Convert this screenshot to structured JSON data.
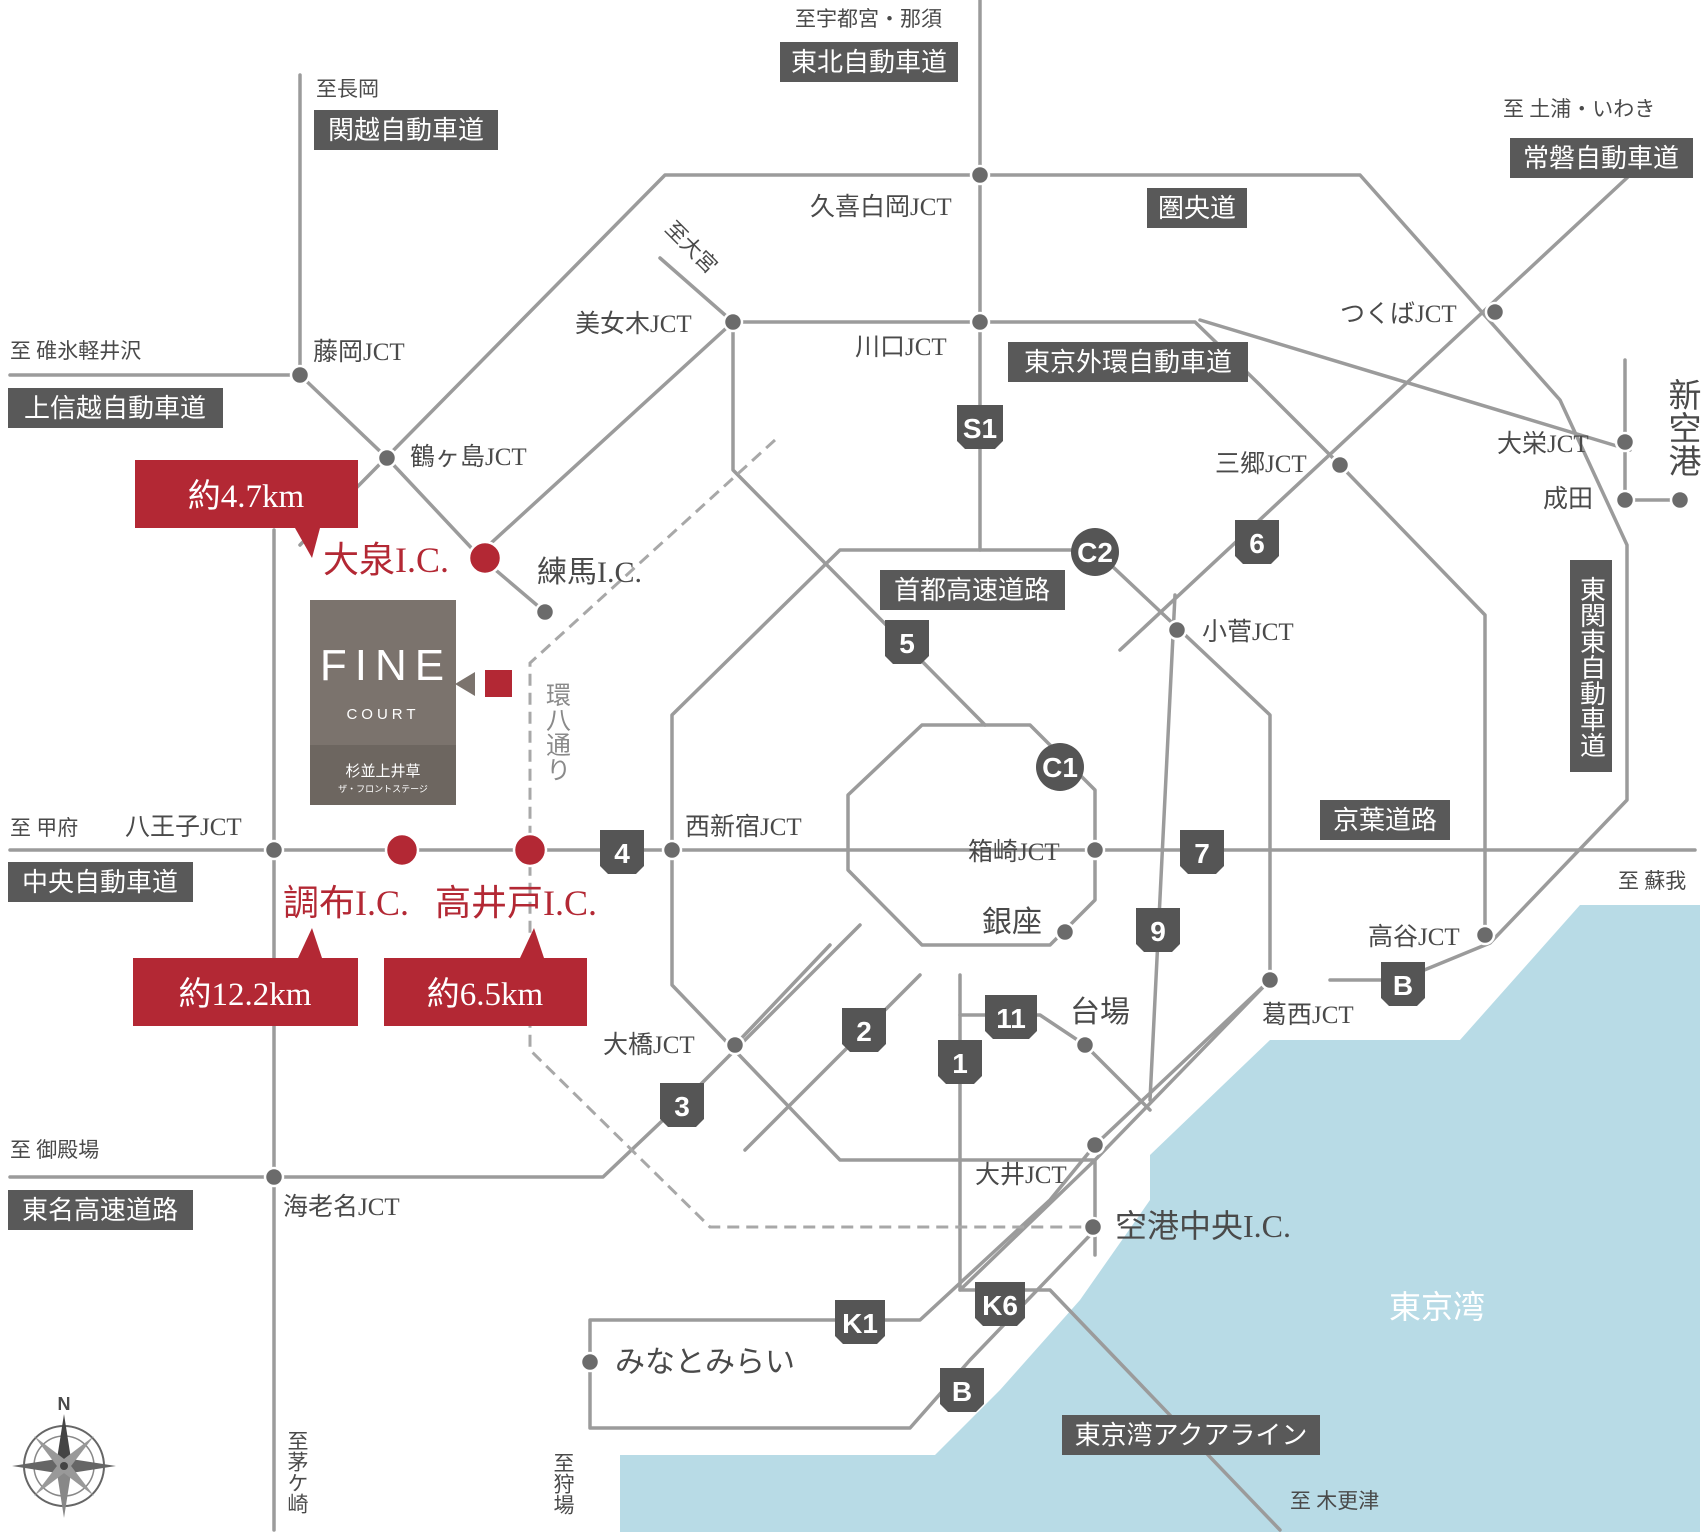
{
  "destinations": {
    "utsunomiya": "至宇都宮・那須",
    "nagaoka": "至長岡",
    "tsuchiura": "至 土浦・いわき",
    "karuizawa": "至 碓氷軽井沢",
    "omiya": "至大宮",
    "kofu": "至 甲府",
    "soga": "至 蘇我",
    "gotemba": "至 御殿場",
    "chigasaki": "至茅ケ崎",
    "kariba": "至狩場",
    "kisarazu": "至 木更津"
  },
  "expressways": {
    "tohoku": "東北自動車道",
    "kanetsu": "関越自動車道",
    "joban": "常磐自動車道",
    "kenodo": "圏央道",
    "gaikan": "東京外環自動車道",
    "joshinetsu": "上信越自動車道",
    "shuto": "首都高速道路",
    "higashikanto": "東関東自動車道",
    "keiyo": "京葉道路",
    "chuo": "中央自動車道",
    "tomei": "東名高速道路",
    "aqualine": "東京湾アクアライン"
  },
  "junctions": {
    "kuki": "久喜白岡JCT",
    "bijogi": "美女木JCT",
    "kawaguchi": "川口JCT",
    "tsukuba": "つくばJCT",
    "fujioka": "藤岡JCT",
    "tsurugashima": "鶴ヶ島JCT",
    "misato": "三郷JCT",
    "taiei": "大栄JCT",
    "narita": "成田",
    "shinkuko": "新空港",
    "nerima": "練馬I.C.",
    "kosuge": "小菅JCT",
    "hachioji": "八王子JCT",
    "nishishinjuku": "西新宿JCT",
    "hakozaki": "箱崎JCT",
    "ginza": "銀座",
    "takaya": "高谷JCT",
    "kasai": "葛西JCT",
    "daiba": "台場",
    "ohashi": "大橋JCT",
    "oi": "大井JCT",
    "ebina": "海老名JCT",
    "kuko": "空港中央I.C.",
    "minatomirai": "みなとみらい"
  },
  "route_badges": {
    "s1": "S1",
    "c2": "C2",
    "c1": "C1",
    "r5": "5",
    "r6": "6",
    "r4": "4",
    "r7": "7",
    "r9": "9",
    "r2": "2",
    "r11": "11",
    "r1": "1",
    "r3": "3",
    "k1": "K1",
    "k6": "K6",
    "b1": "B",
    "b2": "B"
  },
  "interchanges": {
    "oizumi": "大泉I.C.",
    "chofu": "調布I.C.",
    "takaido": "高井戸I.C."
  },
  "distances": {
    "oizumi": "約4.7km",
    "chofu": "約12.2km",
    "takaido": "約6.5km"
  },
  "property": {
    "brand": "FINE",
    "brand_sub": "COURT",
    "name": "杉並上井草",
    "name_sub": "ザ・フロントステージ"
  },
  "kanpachi": "環八通り",
  "bay": "東京湾",
  "compass": "N",
  "colors": {
    "road": "#9b9b9b",
    "accent": "#b32834",
    "label_box": "#595959",
    "badge": "#555555",
    "water": "#b8dbe6",
    "property_box": "#7b736d"
  }
}
